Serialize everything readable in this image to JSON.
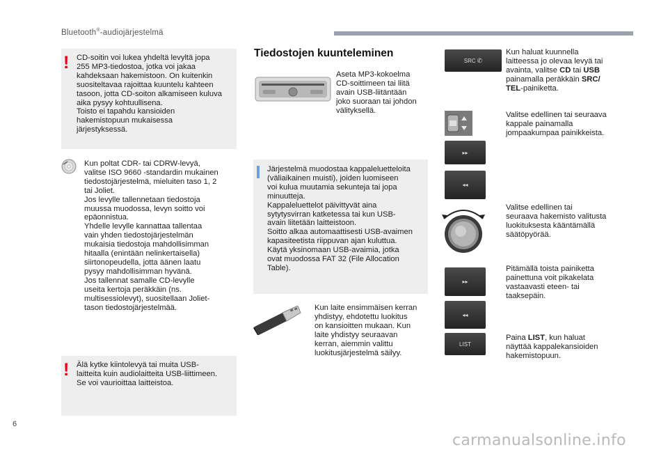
{
  "header": {
    "title_main": "Bluetooth",
    "title_sup": "®",
    "title_rest": "-audiojärjestelmä"
  },
  "left": {
    "warning1": "CD-soitin voi lukea yhdeltä levyltä jopa\n255 MP3-tiedostoa, jotka voi jakaa\nkahdeksaan hakemistoon. On kuitenkin\nsuositeltavaa rajoittaa kuuntelu kahteen\ntasoon, jotta CD-soiton alkamiseen kuluva\naika pysyy kohtuullisena.\nToisto ei tapahdu kansioiden\nhakemistopuun mukaisessa\njärjestyksessä.",
    "cd_text": "Kun poltat CDR- tai CDRW-levyä,\nvalitse ISO 9660 -standardin mukainen\ntiedostojärjestelmä, mieluiten taso 1, 2\ntai Joliet.\nJos levylle tallennetaan tiedostoja\nmuussa muodossa, levyn soitto voi\nepäonnistua.\nYhdelle levylle kannattaa tallentaa\nvain yhden tiedostojärjestelmän\nmukaisia tiedostoja mahdollisimman\nhitaalla (enintään nelinkertaisella)\nsiirtonopeudella, jotta äänen laatu\npysyy mahdollisimman hyvänä.\nJos tallennat samalle CD-levylle\nuseita kertoja peräkkäin (ns.\nmultisessiolevyt), suositellaan Joliet-\ntason tiedostojärjestelmää.",
    "warning2": "Älä kytke kiintolevyä tai muita USB-\nlaitteita kuin audiolaitteita USB-liittimeen.\nSe voi vaurioittaa laitteistoa."
  },
  "middle": {
    "section_title": "Tiedostojen kuunteleminen",
    "insert_text": "Aseta MP3-kokoelma\nCD-soittimeen tai liitä\navain USB-liitäntään\njoko suoraan tai johdon\nvälityksellä.",
    "info_text": "Järjestelmä muodostaa kappaleluetteloita\n(väliaikainen muisti), joiden luomiseen\nvoi kulua muutamia sekunteja tai jopa\nminuutteja.\nKappaleluettelot päivittyvät aina\nsytytysvirran katketessa tai kun USB-\navain liitetään laitteistoon.\nSoitto alkaa automaattisesti USB-avaimen\nkapasiteetista riippuvan ajan kuluttua.\nKäytä yksinomaan USB-avaimia, jotka\novat muodossa FAT 32 (File Allocation\nTable).",
    "usb_text": "Kun laite ensimmäisen kerran\nyhdistyy, ehdotettu luokitus\non kansioitten mukaan. Kun\nlaite yhdistyy seuraavan\nkerran, aiemmin valittu\nluokitusjärjestelmä säilyy."
  },
  "right": {
    "src_label": "SRC",
    "src_text_1": "Kun haluat kuunnella\nlaitteessa jo olevaa levyä tai\navainta, valitse ",
    "src_cd": "CD",
    "src_text_2": " tai ",
    "src_usb": "USB",
    "src_text_3": "\npainamalla peräkkäin ",
    "src_key": "SRC/\nTEL",
    "src_text_4": "-painiketta.",
    "select_text": "Valitse edellinen tai seuraava\nkappale painamalla\njompaakumpaa painikkeista.",
    "folder_text": "Valitse edellinen tai\nseuraava hakemisto valitusta\nluokituksesta kääntämällä\nsäätöpyörää.",
    "hold_text": "Pitämällä toista painiketta\npainettuna voit pikakelata\nvastaavasti eteen- tai\ntaaksepäin.",
    "list_label": "LIST",
    "list_text_1": "Paina ",
    "list_key": "LIST",
    "list_text_2": ", kun haluat\nnäyttää kappalekansioiden\nhakemistopuun.",
    "next_symbol": "▸▸",
    "prev_symbol": "◂◂"
  },
  "footer": {
    "page_number": "6",
    "watermark": "carmanualsonline.info"
  },
  "colors": {
    "warning": "#e2001a",
    "info": "#6aa2d8",
    "box": "#eeeeee",
    "header_bar": "#9aa4ae"
  }
}
